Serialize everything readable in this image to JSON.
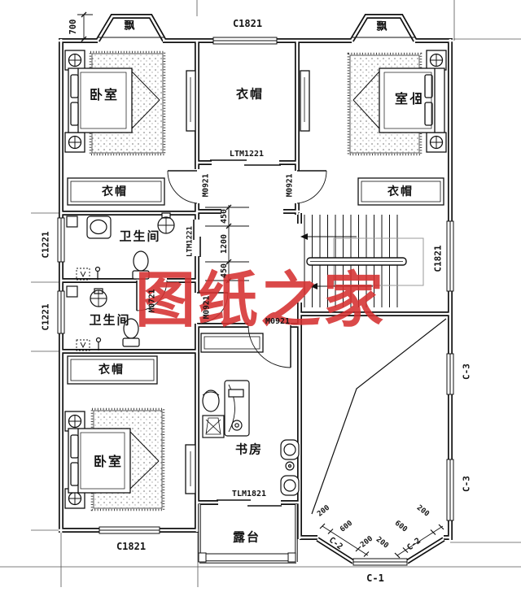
{
  "watermark": {
    "text": "图纸之家",
    "color": "#d53030"
  },
  "room_labels": {
    "bedroom": "卧室",
    "cloakroom": "衣帽",
    "bathroom": "卫生间",
    "study": "书房",
    "terrace": "露台",
    "bay_window": "飘"
  },
  "window_tags": {
    "c1821": "C1821",
    "c1221": "C1221",
    "c3": "C-3",
    "c2": "C-2",
    "c1": "C-1"
  },
  "door_tags": {
    "m0921": "M0921",
    "m0721": "M0721",
    "ltm1221": "LTM1221",
    "tlm1821": "TLM1821"
  },
  "dimensions": {
    "d700": "700",
    "d450": "450",
    "d1200": "1200",
    "d200": "200",
    "d600": "600"
  }
}
